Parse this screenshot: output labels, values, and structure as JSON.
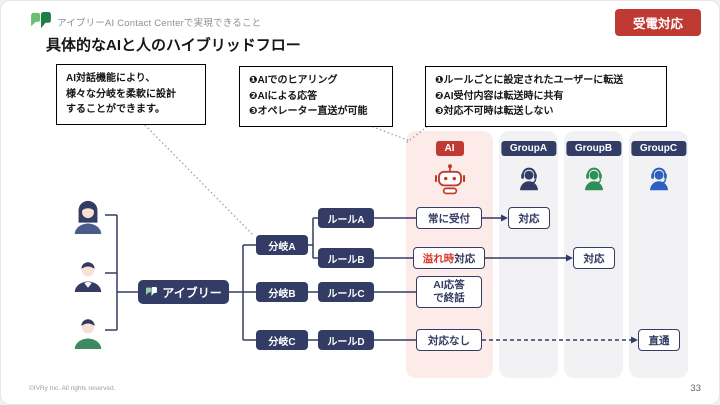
{
  "header": {
    "subtitle": "アイブリーAI Contact Centerで実現できること",
    "badge": "受電対応"
  },
  "title": "具体的なAIと人のハイブリッドフロー",
  "callouts": [
    {
      "lines": [
        "AI対話機能により、",
        "様々な分岐を柔軟に設計",
        "することができます。"
      ]
    },
    {
      "lines": [
        "❶AIでのヒアリング",
        "❷AIによる応答",
        "❸オペレーター直送が可能"
      ]
    },
    {
      "lines": [
        "❶ルールごとに設定されたユーザーに転送",
        "❷AI受付内容は転送時に共有",
        "❸対応不可時は転送しない"
      ]
    }
  ],
  "columns": [
    {
      "label": "AI"
    },
    {
      "label": "GroupA"
    },
    {
      "label": "GroupB"
    },
    {
      "label": "GroupC"
    }
  ],
  "flow": {
    "entry_label": "アイブリー",
    "branch_a": "分岐A",
    "branch_b": "分岐B",
    "branch_c": "分岐C",
    "rule_a": "ルールA",
    "rule_b": "ルールB",
    "rule_c": "ルールC",
    "rule_d": "ルールD",
    "outcome_rule_a": "常に受付",
    "outcome_rule_b_highlight": "溢れ時",
    "outcome_rule_b_rest": "対応",
    "outcome_rule_c_line1": "AI応答",
    "outcome_rule_c_line2": "で終話",
    "outcome_rule_d": "対応なし",
    "response_group_a": "対応",
    "response_group_b": "対応",
    "response_group_c": "直通"
  },
  "colors": {
    "brand_navy": "#333c64",
    "accent_red": "#bf3a33",
    "highlight_red": "#d63a2f",
    "logo_green_light": "#6abf6e",
    "logo_green_dark": "#1e7e45",
    "ai_column_bg": "#fcebe9",
    "group_column_bg": "#f2f2f4",
    "group_b_icon": "#2f8f57",
    "group_c_icon": "#2f5fbf"
  },
  "footer": {
    "copyright": "©IVRy Inc. All rights reserved.",
    "page_number": "33"
  }
}
